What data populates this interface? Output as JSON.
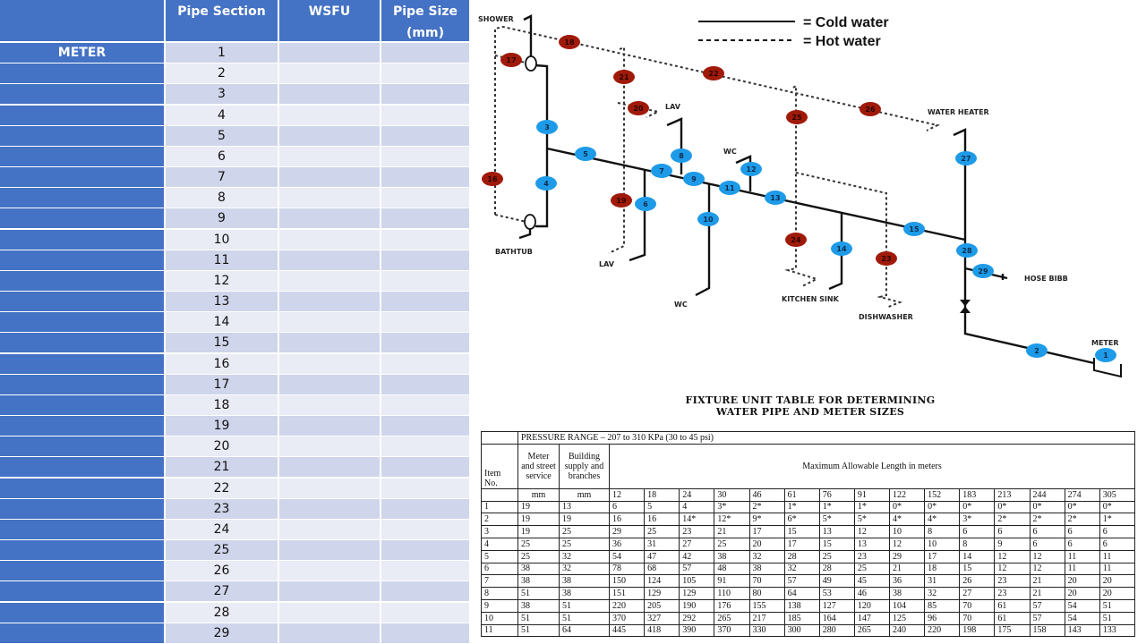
{
  "sheet": {
    "headers": [
      "",
      "Pipe Section",
      "WSFU",
      "Pipe Size\n(mm)"
    ],
    "rows": [
      {
        "label": "METER",
        "section": "1"
      },
      {
        "label": "",
        "section": "2"
      },
      {
        "label": "",
        "section": "3"
      },
      {
        "label": "",
        "section": "4"
      },
      {
        "label": "",
        "section": "5"
      },
      {
        "label": "",
        "section": "6"
      },
      {
        "label": "",
        "section": "7"
      },
      {
        "label": "",
        "section": "8"
      },
      {
        "label": "",
        "section": "9"
      },
      {
        "label": "",
        "section": "10"
      },
      {
        "label": "",
        "section": "11"
      },
      {
        "label": "",
        "section": "12"
      },
      {
        "label": "",
        "section": "13"
      },
      {
        "label": "",
        "section": "14"
      },
      {
        "label": "",
        "section": "15"
      },
      {
        "label": "",
        "section": "16"
      },
      {
        "label": "",
        "section": "17"
      },
      {
        "label": "",
        "section": "18"
      },
      {
        "label": "",
        "section": "19"
      },
      {
        "label": "",
        "section": "20"
      },
      {
        "label": "",
        "section": "21"
      },
      {
        "label": "",
        "section": "22"
      },
      {
        "label": "",
        "section": "23"
      },
      {
        "label": "",
        "section": "24"
      },
      {
        "label": "",
        "section": "25"
      },
      {
        "label": "",
        "section": "26"
      },
      {
        "label": "",
        "section": "27"
      },
      {
        "label": "",
        "section": "28"
      },
      {
        "label": "",
        "section": "29"
      }
    ]
  },
  "diagram": {
    "legend": {
      "cold": "= Cold water",
      "hot": "= Hot water"
    },
    "colors": {
      "cold": "#1e9be8",
      "hot": "#a01a0a"
    },
    "fixtures": {
      "shower": "SHOWER",
      "bathtub": "BATHTUB",
      "lav1": "LAV",
      "lav2": "LAV",
      "wc1": "WC",
      "wc2": "WC",
      "kitchen_sink": "KITCHEN SINK",
      "dishwasher": "DISHWASHER",
      "water_heater": "WATER HEATER",
      "hose_bibb": "HOSE BIBB",
      "meter": "METER"
    },
    "cold_nodes": [
      "1",
      "2",
      "3",
      "4",
      "5",
      "6",
      "7",
      "8",
      "9",
      "10",
      "11",
      "12",
      "13",
      "14",
      "15",
      "27",
      "28",
      "29"
    ],
    "hot_nodes": [
      "16",
      "17",
      "18",
      "19",
      "20",
      "21",
      "22",
      "23",
      "24",
      "25",
      "26"
    ]
  },
  "fixture_table": {
    "title1": "FIXTURE UNIT TABLE FOR DETERMINING",
    "title2": "WATER PIPE AND METER SIZES",
    "pressure_range": "PRESSURE RANGE – 207 to 310 KPa (30 to 45 psi)",
    "col_item": "Item No.",
    "col_meter": "Meter and street service",
    "col_building": "Building supply and branches",
    "col_length": "Maximum Allowable Length in meters",
    "unit_mm": "mm",
    "lengths": [
      "12",
      "18",
      "24",
      "30",
      "46",
      "61",
      "76",
      "91",
      "122",
      "152",
      "183",
      "213",
      "244",
      "274",
      "305"
    ],
    "rows": [
      [
        "1",
        "19",
        "13",
        "6",
        "5",
        "4",
        "3*",
        "2*",
        "1*",
        "1*",
        "1*",
        "0*",
        "0*",
        "0*",
        "0*",
        "0*",
        "0*",
        "0*"
      ],
      [
        "2",
        "19",
        "19",
        "16",
        "16",
        "14*",
        "12*",
        "9*",
        "6*",
        "5*",
        "5*",
        "4*",
        "4*",
        "3*",
        "2*",
        "2*",
        "2*",
        "1*"
      ],
      [
        "3",
        "19",
        "25",
        "29",
        "25",
        "23",
        "21",
        "17",
        "15",
        "13",
        "12",
        "10",
        "8",
        "6",
        "6",
        "6",
        "6",
        "6"
      ],
      [
        "4",
        "25",
        "25",
        "36",
        "31",
        "27",
        "25",
        "20",
        "17",
        "15",
        "13",
        "12",
        "10",
        "8",
        "9",
        "6",
        "6",
        "6"
      ],
      [
        "5",
        "25",
        "32",
        "54",
        "47",
        "42",
        "38",
        "32",
        "28",
        "25",
        "23",
        "29",
        "17",
        "14",
        "12",
        "12",
        "11",
        "11"
      ],
      [
        "6",
        "38",
        "32",
        "78",
        "68",
        "57",
        "48",
        "38",
        "32",
        "28",
        "25",
        "21",
        "18",
        "15",
        "12",
        "12",
        "11",
        "11"
      ],
      [
        "7",
        "38",
        "38",
        "150",
        "124",
        "105",
        "91",
        "70",
        "57",
        "49",
        "45",
        "36",
        "31",
        "26",
        "23",
        "21",
        "20",
        "20"
      ],
      [
        "8",
        "51",
        "38",
        "151",
        "129",
        "129",
        "110",
        "80",
        "64",
        "53",
        "46",
        "38",
        "32",
        "27",
        "23",
        "21",
        "20",
        "20"
      ],
      [
        "9",
        "38",
        "51",
        "220",
        "205",
        "190",
        "176",
        "155",
        "138",
        "127",
        "120",
        "104",
        "85",
        "70",
        "61",
        "57",
        "54",
        "51"
      ],
      [
        "10",
        "51",
        "51",
        "370",
        "327",
        "292",
        "265",
        "217",
        "185",
        "164",
        "147",
        "125",
        "96",
        "70",
        "61",
        "57",
        "54",
        "51"
      ],
      [
        "11",
        "51",
        "64",
        "445",
        "418",
        "390",
        "370",
        "330",
        "300",
        "280",
        "265",
        "240",
        "220",
        "198",
        "175",
        "158",
        "143",
        "133"
      ]
    ]
  }
}
